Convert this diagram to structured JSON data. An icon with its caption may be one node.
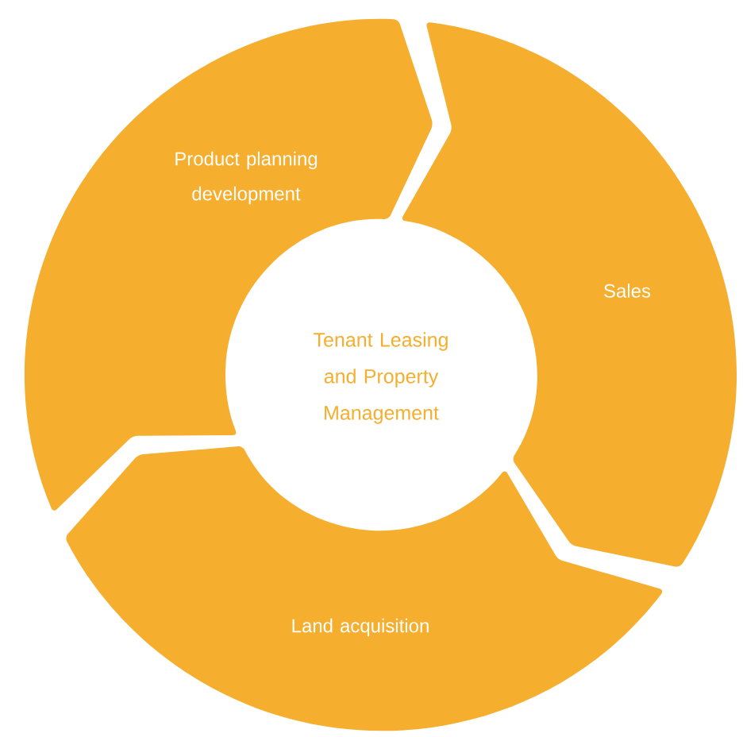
{
  "diagram": {
    "nodes": [
      {
        "text": [
          "Tenant Leasing and Property Management"
        ]
      },
      {
        "text": [
          "Product planning development"
        ]
      },
      {
        "text": [
          "Sales"
        ]
      },
      {
        "text": [
          "Land acquisition"
        ]
      }
    ]
  }
}
